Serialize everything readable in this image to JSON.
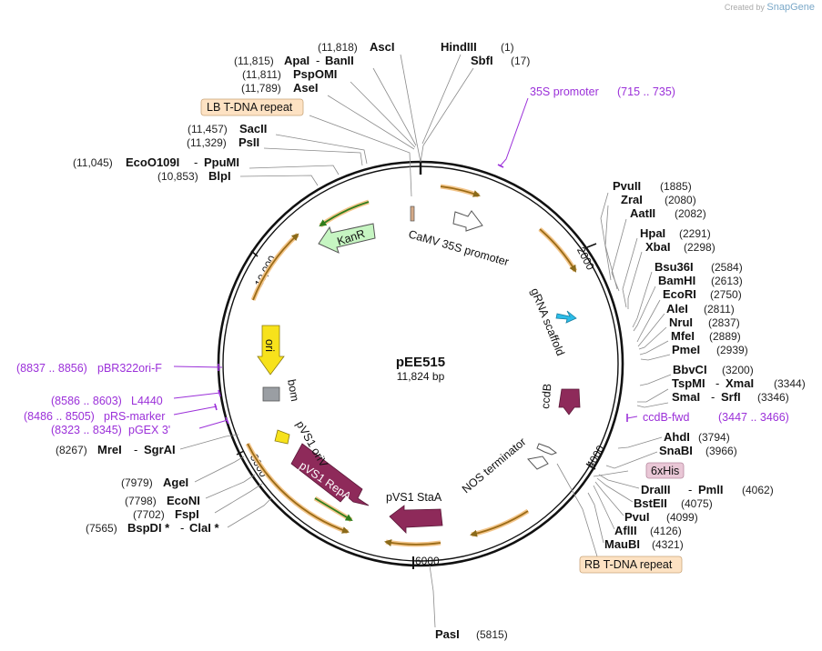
{
  "credit": {
    "prefix": "Created by",
    "brand": "SnapGene"
  },
  "plasmid": {
    "name": "pEE515",
    "length": "11,824 bp"
  },
  "ticks": [
    "2000",
    "4000",
    "6000",
    "8000",
    "10,000"
  ],
  "enzymes_left": [
    {
      "pos": "(11,818)",
      "name": "AscI",
      "extra": ""
    },
    {
      "pos": "(11,815)",
      "name": "ApaI",
      "extra": "BanII"
    },
    {
      "pos": "(11,811)",
      "name": "PspOMI",
      "extra": ""
    },
    {
      "pos": "(11,789)",
      "name": "AseI",
      "extra": ""
    },
    {
      "pos": "(11,457)",
      "name": "SacII",
      "extra": ""
    },
    {
      "pos": "(11,329)",
      "name": "PsII",
      "extra": ""
    },
    {
      "pos": "(11,045)",
      "name": "EcoO109I",
      "extra": "PpuMI"
    },
    {
      "pos": "(10,853)",
      "name": "BlpI",
      "extra": ""
    },
    {
      "pos": "(8267)",
      "name": "MreI",
      "extra": "SgrAI"
    },
    {
      "pos": "(7979)",
      "name": "AgeI",
      "extra": ""
    },
    {
      "pos": "(7798)",
      "name": "EcoNI",
      "extra": ""
    },
    {
      "pos": "(7702)",
      "name": "FspI",
      "extra": ""
    },
    {
      "pos": "(7565)",
      "name": "BspDI *",
      "extra": "ClaI *"
    }
  ],
  "enzymes_top": [
    {
      "name": "HindIII",
      "pos": "(1)"
    },
    {
      "name": "SbfI",
      "pos": "(17)"
    }
  ],
  "enzymes_right": [
    {
      "name": "PvuII",
      "extra": "",
      "pos": "(1885)"
    },
    {
      "name": "ZraI",
      "extra": "",
      "pos": "(2080)"
    },
    {
      "name": "AatII",
      "extra": "",
      "pos": "(2082)"
    },
    {
      "name": "HpaI",
      "extra": "",
      "pos": "(2291)"
    },
    {
      "name": "XbaI",
      "extra": "",
      "pos": "(2298)"
    },
    {
      "name": "Bsu36I",
      "extra": "",
      "pos": "(2584)"
    },
    {
      "name": "BamHI",
      "extra": "",
      "pos": "(2613)"
    },
    {
      "name": "EcoRI",
      "extra": "",
      "pos": "(2750)"
    },
    {
      "name": "AleI",
      "extra": "",
      "pos": "(2811)"
    },
    {
      "name": "NruI",
      "extra": "",
      "pos": "(2837)"
    },
    {
      "name": "MfeI",
      "extra": "",
      "pos": "(2889)"
    },
    {
      "name": "PmeI",
      "extra": "",
      "pos": "(2939)"
    },
    {
      "name": "BbvCI",
      "extra": "",
      "pos": "(3200)"
    },
    {
      "name": "TspMI",
      "extra": "XmaI",
      "pos": "(3344)"
    },
    {
      "name": "SmaI",
      "extra": "SrfI",
      "pos": "(3346)"
    },
    {
      "name": "AhdI",
      "extra": "",
      "pos": "(3794)"
    },
    {
      "name": "SnaBI",
      "extra": "",
      "pos": "(3966)"
    },
    {
      "name": "DraIII",
      "extra": "PmlI",
      "pos": "(4062)"
    },
    {
      "name": "BstEII",
      "extra": "",
      "pos": "(4075)"
    },
    {
      "name": "PvuI",
      "extra": "",
      "pos": "(4099)"
    },
    {
      "name": "AflII",
      "extra": "",
      "pos": "(4126)"
    },
    {
      "name": "MauBI",
      "extra": "",
      "pos": "(4321)"
    }
  ],
  "enzyme_bottom": {
    "name": "PasI",
    "pos": "(5815)"
  },
  "primers": [
    {
      "name": "35S promoter",
      "range": "(715 .. 735)"
    },
    {
      "name": "ccdB-fwd",
      "range": "(3447 .. 3466)"
    },
    {
      "name": "pBR322ori-F",
      "range": "(8837 .. 8856)"
    },
    {
      "name": "L4440",
      "range": "(8586 .. 8603)"
    },
    {
      "name": "pRS-marker",
      "range": "(8486 .. 8505)"
    },
    {
      "name": "pGEX 3'",
      "range": "(8323 .. 8345)"
    }
  ],
  "boxed_features": {
    "lb": "LB T-DNA repeat",
    "rb": "RB T-DNA repeat",
    "his": "6xHis"
  },
  "features": {
    "camv": "CaMV 35S promoter",
    "grna": "gRNA scaffold",
    "ccdb": "ccdB",
    "nos": "NOS terminator",
    "stab": "pVS1 StaA",
    "repa": "pVS1 RepA",
    "oriv": "pVS1 oriV",
    "bom": "bom",
    "ori": "ori",
    "kanr": "KanR"
  },
  "colors": {
    "purple": "#9b30d9",
    "gold_orange": "#e8b77a",
    "kanr_fill": "#c6f5c2",
    "ori_fill": "#f7e21b",
    "repa_fill": "#8e2a5a",
    "grna_fill": "#2bbce8",
    "bom_fill": "#9a9ea3",
    "lb_box": "#fde2c3",
    "his_box": "#e9c7d6"
  }
}
